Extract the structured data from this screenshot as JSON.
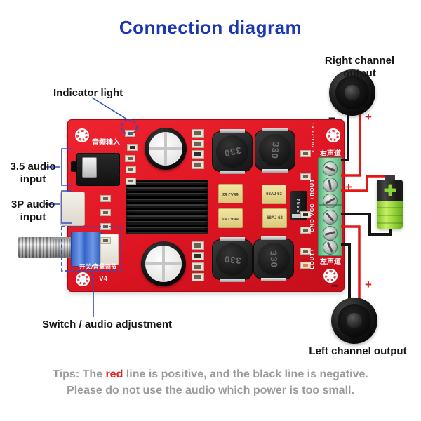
{
  "title": "Connection diagram",
  "annotations": {
    "indicator": "Indicator light",
    "input_35": "3.5 audio input",
    "input_3p": "3P audio input",
    "switch": "Switch / audio adjustment",
    "right_output": "Right channel output",
    "left_output": "Left channel output"
  },
  "board": {
    "silkscreen": {
      "audio_input_cn": "音频输入",
      "switch_volume_cn": "开关/音量调节",
      "version": "V4",
      "right_channel_cn": "右声道",
      "left_channel_cn": "左声道",
      "rout": "+ROUT−",
      "power": "GND VCC",
      "lout": "−LOUT+",
      "small_top": "C20 C23 R7"
    },
    "components": {
      "inductor_label": "330",
      "film_cap_label": "68AJ 63",
      "diode_label": "SS54"
    }
  },
  "wiring": {
    "plus": "+",
    "minus": "−"
  },
  "tips": {
    "prefix": "Tips: The ",
    "highlight": "red",
    "suffix": " line is positive, and the black line is negative.",
    "line2": "Please do not use the audio which power is too small."
  },
  "colors": {
    "title_blue": "#1937b5",
    "annotation_blue": "#2b4fc4",
    "board_red": "#dd1422",
    "wire_red": "#e51616",
    "wire_black": "#141414",
    "terminal_green": "#77c794",
    "battery_green": "#8fd133",
    "tips_gray": "#9b9b9b",
    "highlight_red": "#e02020"
  }
}
